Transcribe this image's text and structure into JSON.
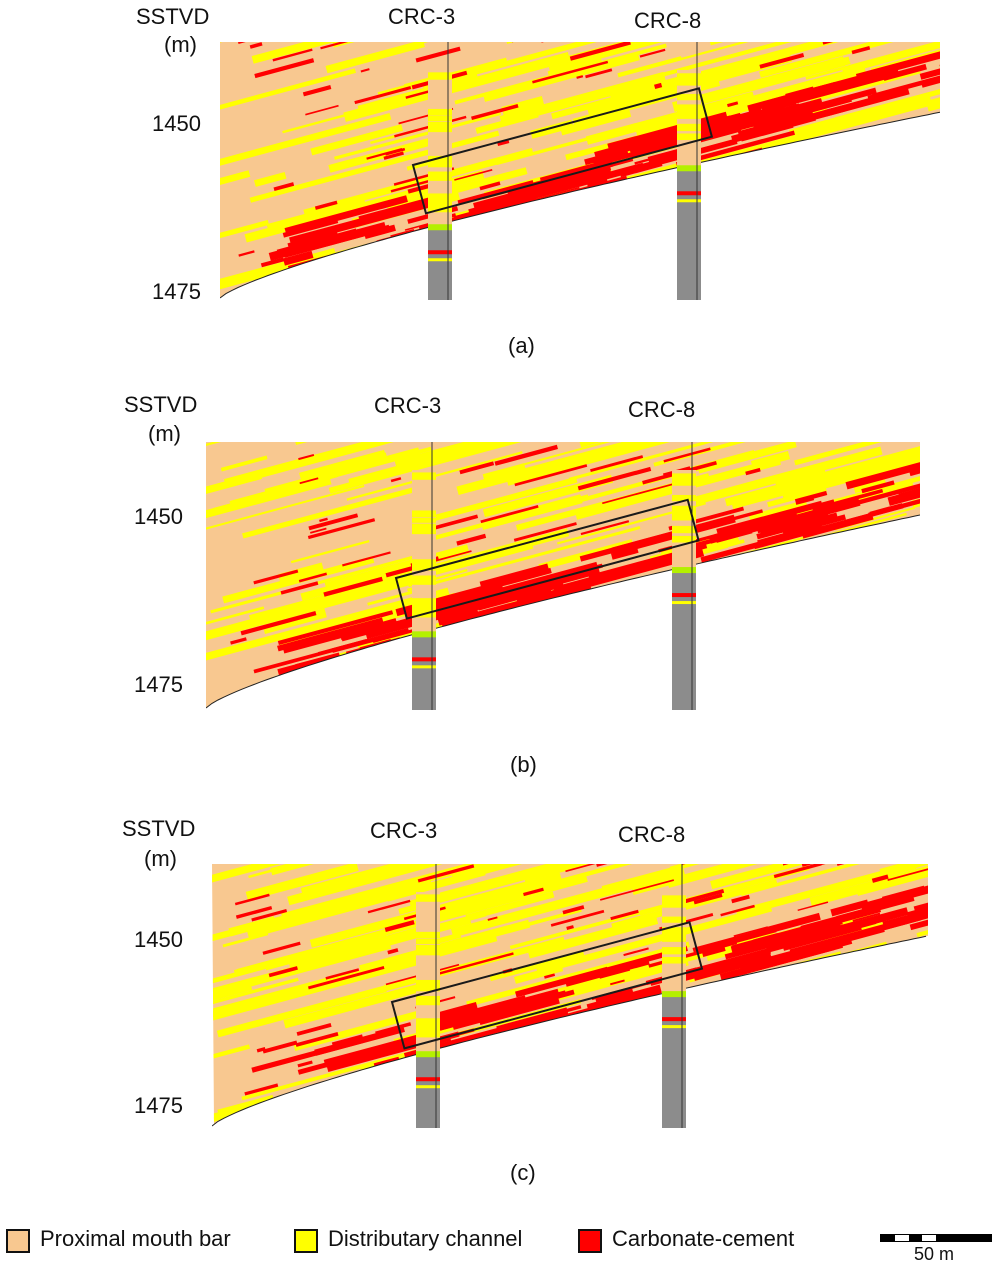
{
  "panels": [
    {
      "caption": "(a)",
      "axis_title_1": "SSTVD",
      "axis_title_2": "(m)",
      "ticks": [
        "1450",
        "1475"
      ],
      "wells": [
        "CRC-3",
        "CRC-8"
      ]
    },
    {
      "caption": "(b)",
      "axis_title_1": "SSTVD",
      "axis_title_2": "(m)",
      "ticks": [
        "1450",
        "1475"
      ],
      "wells": [
        "CRC-3",
        "CRC-8"
      ]
    },
    {
      "caption": "(c)",
      "axis_title_1": "SSTVD",
      "axis_title_2": "(m)",
      "ticks": [
        "1450",
        "1475"
      ],
      "wells": [
        "CRC-3",
        "CRC-8"
      ]
    }
  ],
  "legend": [
    {
      "label": "Proximal mouth bar",
      "color": "#F8C890"
    },
    {
      "label": "Distributary channel",
      "color": "#FFFF00"
    },
    {
      "label": "Carbonate-cement",
      "color": "#FF0000"
    }
  ],
  "scale_bar": {
    "label": "50 m"
  },
  "colors": {
    "well_shale": "#8C8C8C",
    "well_lime": "#B4F000",
    "box": "#1a1a1a"
  }
}
